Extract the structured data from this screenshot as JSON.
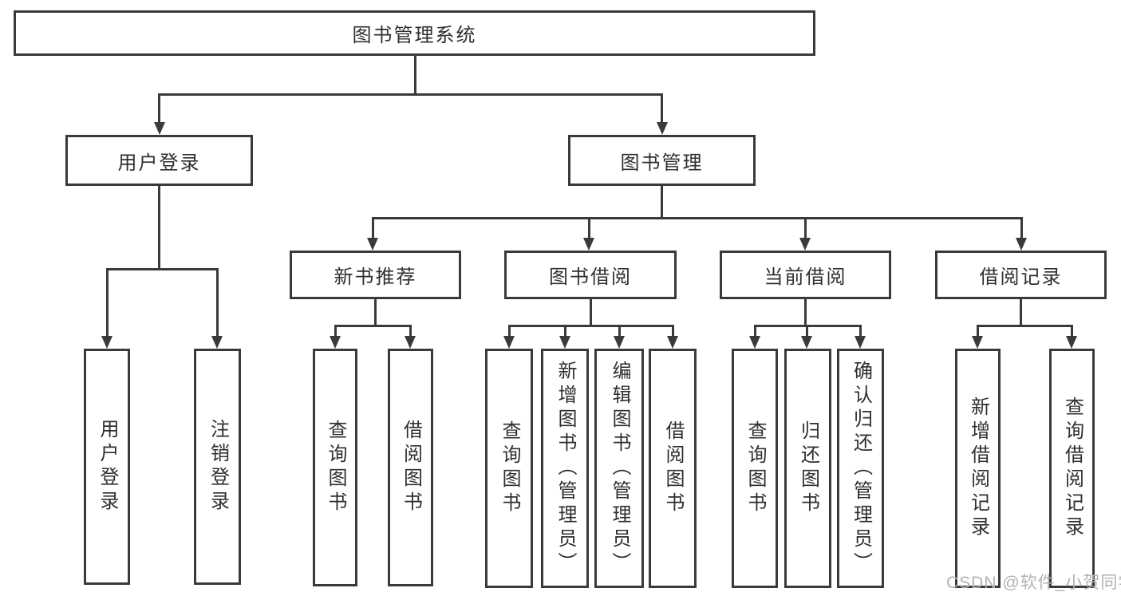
{
  "diagram": {
    "title": "图书管理系统",
    "level1": [
      {
        "label": "用户登录",
        "children": [
          {
            "label": "用户登录"
          },
          {
            "label": "注销登录"
          }
        ]
      },
      {
        "label": "图书管理",
        "children": [
          {
            "label": "新书推荐",
            "children": [
              {
                "label": "查询图书"
              },
              {
                "label": "借阅图书"
              }
            ]
          },
          {
            "label": "图书借阅",
            "children": [
              {
                "label": "查询图书"
              },
              {
                "label": "新增图书（管理员）"
              },
              {
                "label": "编辑图书（管理员）"
              },
              {
                "label": "借阅图书"
              }
            ]
          },
          {
            "label": "当前借阅",
            "children": [
              {
                "label": "查询图书"
              },
              {
                "label": "归还图书"
              },
              {
                "label": "确认归还（管理员）"
              }
            ]
          },
          {
            "label": "借阅记录",
            "children": [
              {
                "label": "新增借阅记录"
              },
              {
                "label": "查询借阅记录"
              }
            ]
          }
        ]
      }
    ]
  },
  "watermark": {
    "text": "CSDN @软件_小贺同学"
  },
  "colors": {
    "line": "#3a3a3a",
    "text": "#2f2f2f",
    "watermark": "#b2b2b2",
    "background": "#ffffff"
  }
}
